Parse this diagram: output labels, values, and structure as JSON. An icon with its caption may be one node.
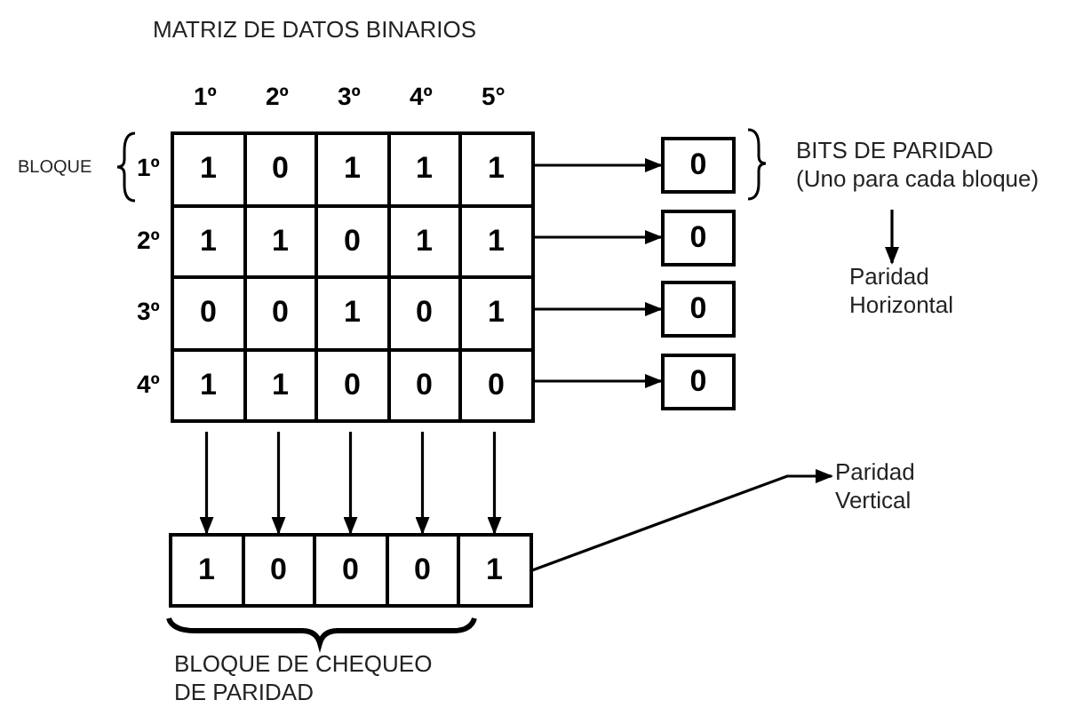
{
  "diagram": {
    "title": "MATRIZ DE DATOS BINARIOS",
    "nodes": [
      {
        "text": [
          "1"
        ]
      },
      {
        "text": [
          "0"
        ]
      },
      {
        "text": [
          "1"
        ]
      },
      {
        "text": [
          "1"
        ]
      },
      {
        "text": [
          "1"
        ]
      },
      {
        "text": [
          "1"
        ]
      },
      {
        "text": [
          "1"
        ]
      },
      {
        "text": [
          "0"
        ]
      },
      {
        "text": [
          "1"
        ]
      },
      {
        "text": [
          "1"
        ]
      },
      {
        "text": [
          "0"
        ]
      },
      {
        "text": [
          "0"
        ]
      },
      {
        "text": [
          "1"
        ]
      },
      {
        "text": [
          "0"
        ]
      },
      {
        "text": [
          "1"
        ]
      },
      {
        "text": [
          "1"
        ]
      },
      {
        "text": [
          "1"
        ]
      },
      {
        "text": [
          "0"
        ]
      },
      {
        "text": [
          "0"
        ]
      },
      {
        "text": [
          "0"
        ]
      },
      {
        "text": [
          "0"
        ]
      },
      {
        "text": [
          "0"
        ]
      },
      {
        "text": [
          "0"
        ]
      },
      {
        "text": [
          "0"
        ]
      },
      {
        "text": [
          "BITS DE PARIDAD",
          "(Uno para cada bloque)"
        ]
      },
      {
        "text": [
          "Paridad Horizontal"
        ]
      },
      {
        "text": [
          "1"
        ]
      },
      {
        "text": [
          "0"
        ]
      },
      {
        "text": [
          "0"
        ]
      },
      {
        "text": [
          "0"
        ]
      },
      {
        "text": [
          "1"
        ]
      },
      {
        "text": [
          "Paridad Vertical"
        ]
      }
    ],
    "edges": [
      {
        "from": 4,
        "to": 20,
        "arrow": "to"
      },
      {
        "from": 9,
        "to": 21,
        "arrow": "to"
      },
      {
        "from": 14,
        "to": 22,
        "arrow": "to"
      },
      {
        "from": 19,
        "to": 23,
        "arrow": "to"
      },
      {
        "from": 24,
        "to": 25,
        "arrow": "to"
      },
      {
        "from": 15,
        "to": 26,
        "arrow": "to"
      },
      {
        "from": 16,
        "to": 27,
        "arrow": "to"
      },
      {
        "from": 17,
        "to": 28,
        "arrow": "to"
      },
      {
        "from": 18,
        "to": 29,
        "arrow": "to"
      },
      {
        "from": 19,
        "to": 30,
        "arrow": "to"
      },
      {
        "from": 30,
        "to": 31,
        "arrow": "to"
      }
    ],
    "labels": [
      "1º",
      "2º",
      "3º",
      "4º",
      "5°",
      "BLOQUE",
      "1º",
      "2º",
      "3º",
      "4º",
      "BLOQUE DE CHEQUEO DE PARIDAD"
    ]
  }
}
